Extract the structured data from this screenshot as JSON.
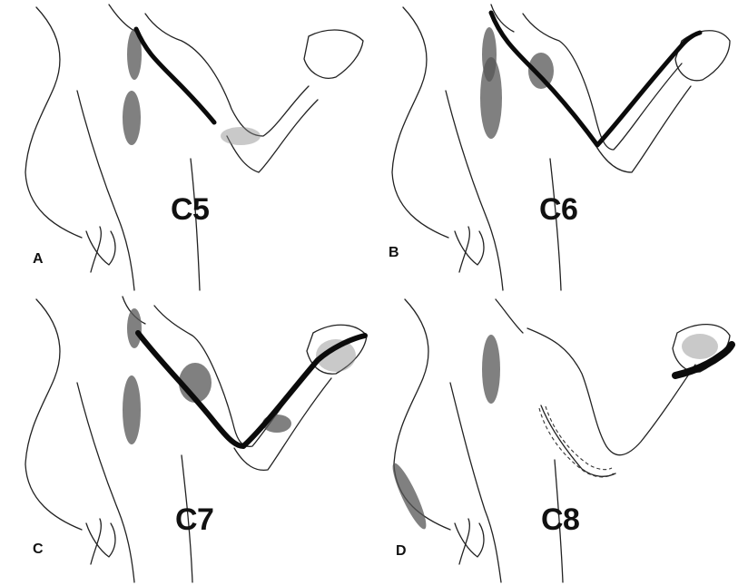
{
  "panels": [
    {
      "letter": "A",
      "segment": "C5"
    },
    {
      "letter": "B",
      "segment": "C6"
    },
    {
      "letter": "C",
      "segment": "C7"
    },
    {
      "letter": "D",
      "segment": "C8"
    }
  ],
  "colors": {
    "outline": "#222222",
    "nerve_path": "#0b0b0b",
    "shading": "#555555",
    "background": "#ffffff"
  }
}
